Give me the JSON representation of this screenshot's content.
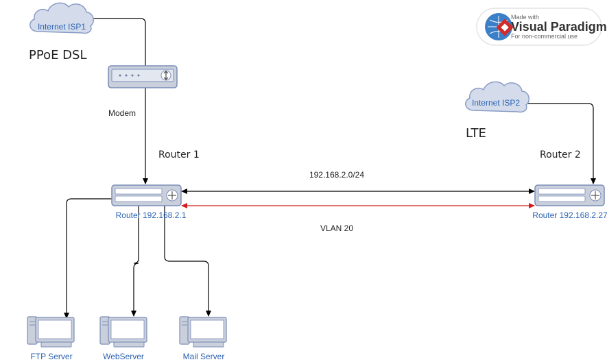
{
  "diagram": {
    "clouds": {
      "isp1": "Internet ISP1",
      "isp2": "Internet ISP2"
    },
    "connection_types": {
      "isp1": "PPoE DSL",
      "isp2": "LTE"
    },
    "devices": {
      "modem": "Modem",
      "router1_title": "Router 1",
      "router1_label": "Router 192.168.2.1",
      "router2_title": "Router 2",
      "router2_label": "Router 192.168.2.27",
      "ftp_server": "FTP Server",
      "web_server": "WebServer",
      "mail_server": "Mail Server"
    },
    "links": {
      "subnet": "192.168.2.0/24",
      "vlan": "VLAN 20"
    },
    "colors": {
      "cloud_fill": "#d4dcec",
      "cloud_stroke": "#8a9cc6",
      "device_fill": "#c9cfdb",
      "device_stroke": "#7b8db8",
      "label_blue": "#2b62b0",
      "edge": "#000000",
      "vlan_edge": "#d41d1d"
    },
    "icons": {
      "cloud": "cloud-icon",
      "modem": "modem-icon",
      "router": "router-icon",
      "server": "desktop-server-icon",
      "watermark": "visual-paradigm-logo"
    },
    "watermark": {
      "line1": "Made with",
      "line2": "Visual Paradigm",
      "line3": "For non-commercial use"
    }
  }
}
